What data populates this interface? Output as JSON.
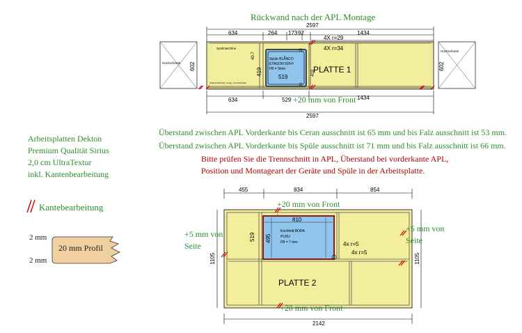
{
  "title_top": "Rückwand nach der APL Montage",
  "front_label_top": "+20 mm von Front",
  "plate1": {
    "label": "PLATTE 1",
    "dims_top": [
      "634",
      "264",
      "173",
      "92",
      "1434"
    ],
    "total_width": "2597",
    "dims_bottom": [
      "634",
      "529",
      "1434"
    ],
    "depth": "602",
    "depth_inner": "40.7",
    "radius_1": "4X r=29",
    "radius_2": "4X r=34",
    "sink_width": "519",
    "sink_depth": "419",
    "sink_depth_right": "419",
    "sink_text_1": "Spüle BLANCO",
    "sink_text_2": "ETAGON 500-F",
    "sink_text_3": "FB = 9mm",
    "left_cabinet": "Hochschrank",
    "right_cabinet": "Hochschrank",
    "dishwasher": "Spülmaschine",
    "dishwasher_note": "Teilbeschichtung / integr. Geschirrspüler"
  },
  "info_left": {
    "line1": "Arbeitsplatten Dekton",
    "line2": "Premium Qualität Sirius",
    "line3": "2,0 cm UltraTextur",
    "line4": "inkl. Kantenbearbeitung"
  },
  "overhang_1": "Überstand zwischen APL Vorderkante bis Ceran ausschnitt ist 65 mm und bis Falz ausschnitt ist 53 mm.",
  "overhang_2": "Überstand zwischen APL Vorderkante bis Spüle ausschnitt ist 71 mm und bis Falz ausschnitt ist 66 mm.",
  "check_1": "Bitte prüfen Sie die Trennschnitt in APL, Überstand bei vorderkante APL,",
  "check_2": "Position und Montageart der Geräte und Spüle in der Arbeitsplatte.",
  "edge_legend": "Kantebearbeitung",
  "profile": {
    "label": "20 mm Profil",
    "top": "2 mm",
    "bottom": "2 mm"
  },
  "plate2": {
    "label": "PLATTE 2",
    "dims_top": [
      "455",
      "834",
      "854"
    ],
    "total_width": "2142",
    "depth": "1105",
    "depth_right": "1105",
    "cooktop_width": "810",
    "cooktop_depth": "495",
    "cooktop_offset": "519",
    "radius_1": "4x r=5",
    "radius_2": "4x r=5",
    "cooktop_text_1": "Kochfeld BORA",
    "cooktop_text_2": "PUXU",
    "cooktop_text_3": "FB = 7 mm",
    "front_top": "+20 mm von Front",
    "front_bottom": "+20 mm von Front",
    "side_left_1": "+5 mm von",
    "side_left_2": "Seite",
    "side_right_1": "+5 mm von",
    "side_right_2": "Seite"
  },
  "colors": {
    "plate_fill": "#f3ee9c",
    "sink_fill": "#8fc4ec",
    "green_text": "#2e8b2e",
    "red_text": "#b00000",
    "profile_fill": "#f0d09e"
  }
}
